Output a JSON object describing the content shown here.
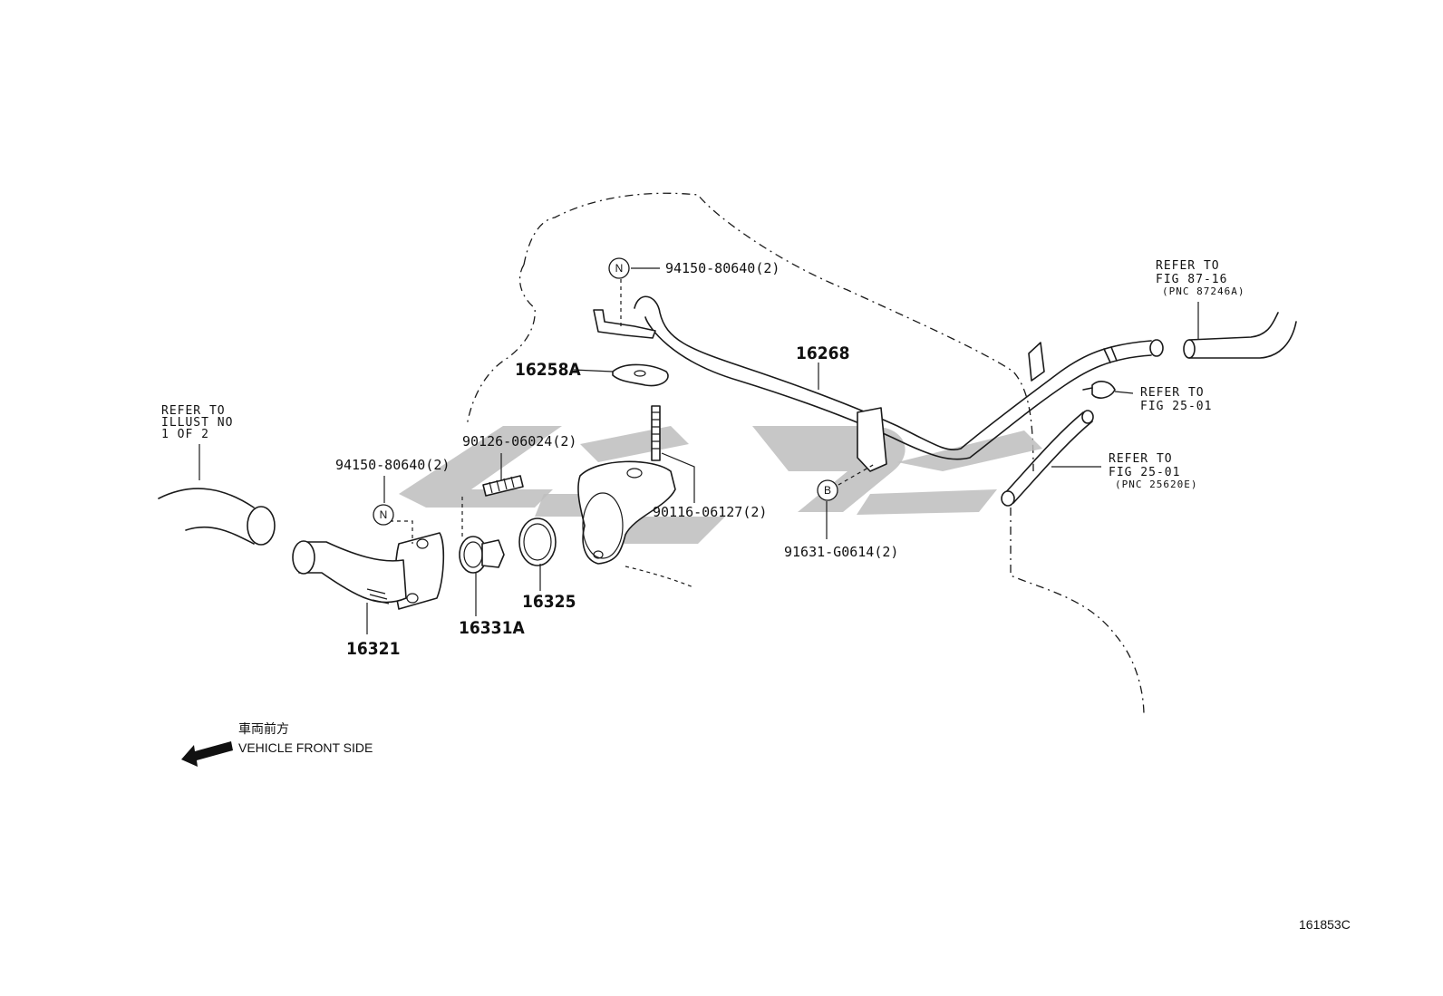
{
  "labels": {
    "p16268": "16268",
    "p16258A": "16258A",
    "p94150_top": "94150-80640(2)",
    "p94150_left": "94150-80640(2)",
    "p90126": "90126-06024(2)",
    "p90116": "90116-06127(2)",
    "p91631": "91631-G0614(2)",
    "p16321": "16321",
    "p16331A": "16331A",
    "p16325": "16325"
  },
  "markers": {
    "n_top": "N",
    "n_left": "N",
    "b": "B"
  },
  "refs": {
    "left": [
      "REFER TO",
      "ILLUST NO",
      "1 OF 2"
    ],
    "top_right": [
      "REFER TO",
      "FIG 87-16",
      "(PNC 87246A)"
    ],
    "mid_right": [
      "REFER TO",
      "FIG 25-01"
    ],
    "low_right": [
      "REFER TO",
      "FIG 25-01",
      "(PNC 25620E)"
    ]
  },
  "direction": {
    "jp": "車両前方",
    "en": "VEHICLE FRONT SIDE"
  },
  "figure_id": "161853C",
  "colors": {
    "ink": "#1a1a1a",
    "watermark": "#bdbdbd"
  }
}
